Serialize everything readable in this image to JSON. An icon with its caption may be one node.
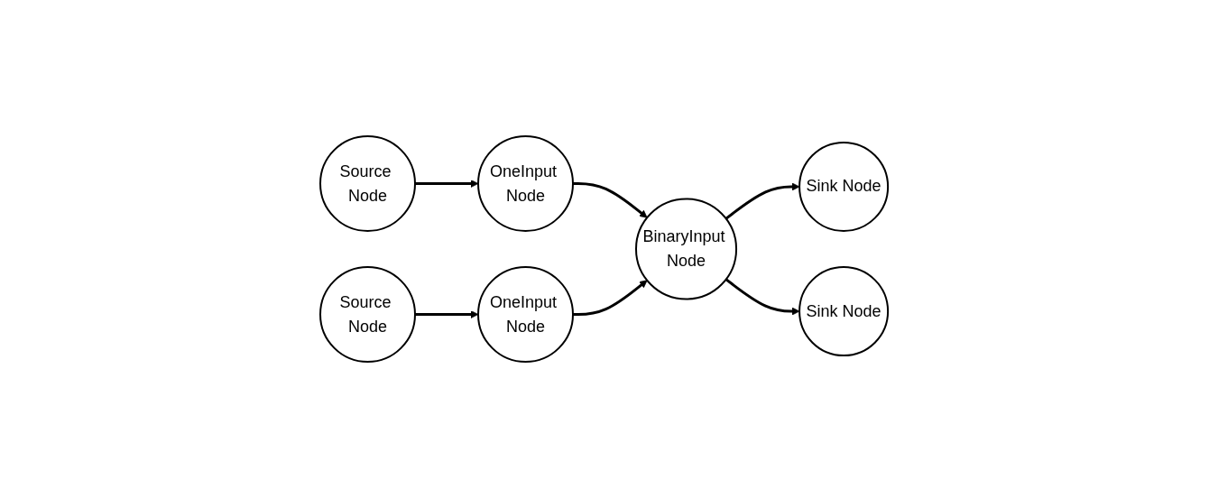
{
  "diagram": {
    "nodes": [
      {
        "text": [
          "Source Node"
        ]
      },
      {
        "text": [
          "OneInput Node"
        ]
      },
      {
        "text": [
          "Sink Node"
        ]
      },
      {
        "text": [
          "BinaryInput Node"
        ]
      },
      {
        "text": [
          "Source Node"
        ]
      },
      {
        "text": [
          "OneInput Node"
        ]
      },
      {
        "text": [
          "Sink Node"
        ]
      }
    ],
    "edges": [
      {
        "from": 0,
        "to": 1,
        "arrow": "to"
      },
      {
        "from": 1,
        "to": 3,
        "arrow": "to"
      },
      {
        "from": 3,
        "to": 2,
        "arrow": "to"
      },
      {
        "from": 4,
        "to": 5,
        "arrow": "to"
      },
      {
        "from": 5,
        "to": 3,
        "arrow": "to"
      },
      {
        "from": 3,
        "to": 6,
        "arrow": "to"
      }
    ]
  }
}
